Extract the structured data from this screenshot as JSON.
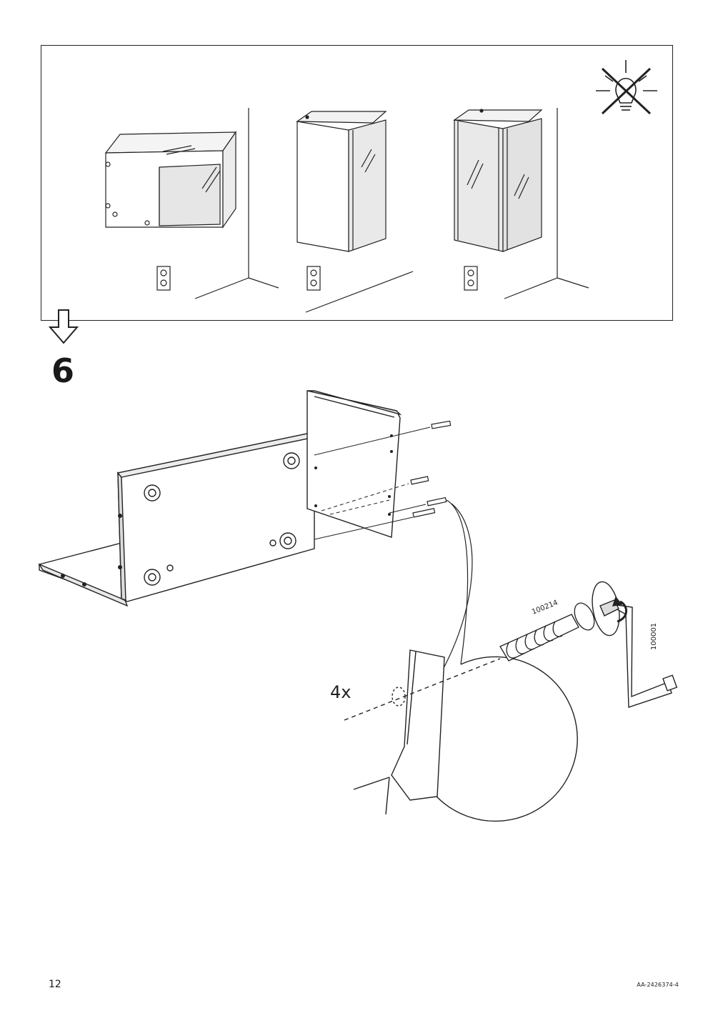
{
  "page": {
    "step_number": "6",
    "page_number": "12",
    "doc_code": "AA-2426374-4"
  },
  "callout": {
    "quantity": "4x",
    "screw_part": "100214",
    "key_part": "100001"
  },
  "icons": {
    "no_light": "no-light-bulb-icon",
    "outlet": "power-outlet-icon",
    "next_step_arrow": "down-arrow-icon"
  }
}
